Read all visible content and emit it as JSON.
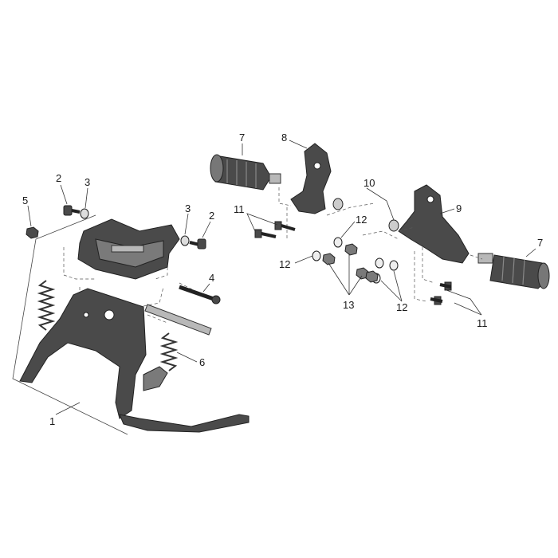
{
  "callouts": {
    "c1": "1",
    "c2a": "2",
    "c2b": "2",
    "c3a": "3",
    "c3b": "3",
    "c4": "4",
    "c5": "5",
    "c6": "6",
    "c7a": "7",
    "c7b": "7",
    "c8": "8",
    "c9": "9",
    "c10": "10",
    "c11a": "11",
    "c11b": "11",
    "c12a": "12",
    "c12b": "12",
    "c12c": "12",
    "c13": "13"
  },
  "colors": {
    "part_dark": "#4a4a4a",
    "part_light": "#b8b8b8",
    "line": "#333333",
    "background": "#ffffff"
  }
}
